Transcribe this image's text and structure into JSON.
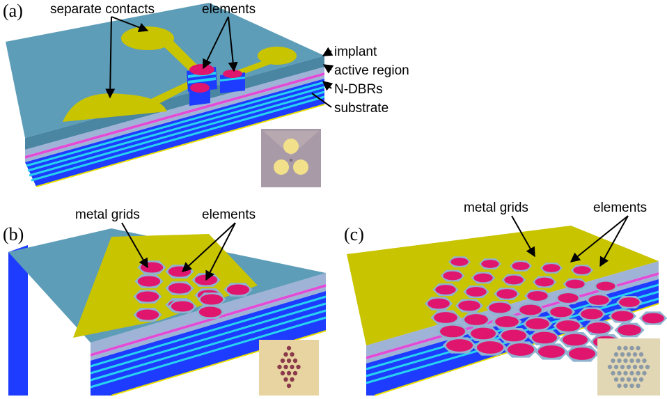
{
  "colors": {
    "implant": "#5e9db8",
    "implant_dark": "#4a86a2",
    "active": "#9fb3d6",
    "active_magenta": "#e24bd6",
    "dbr_blue": "#1d3cff",
    "dbr_cyan": "#27d3f0",
    "substrate": "#1d3cff",
    "metal": "#c8c400",
    "element": "#e0166e",
    "mesa": "#8fb3d0",
    "inset_a": "#a89aa6",
    "inset_b": "#e8d4a0",
    "inset_c": "#e2d7b4"
  },
  "panel_a": {
    "letter": "(a)",
    "labels": {
      "separate_contacts": "separate contacts",
      "elements": "elements",
      "implant": "implant",
      "active_region": "active region",
      "n_dbrs": "N-DBRs",
      "substrate": "substrate"
    }
  },
  "panel_b": {
    "letter": "(b)",
    "labels": {
      "metal_grids": "metal grids",
      "elements": "elements"
    }
  },
  "panel_c": {
    "letter": "(c)",
    "labels": {
      "metal_grids": "metal grids",
      "elements": "elements"
    }
  }
}
